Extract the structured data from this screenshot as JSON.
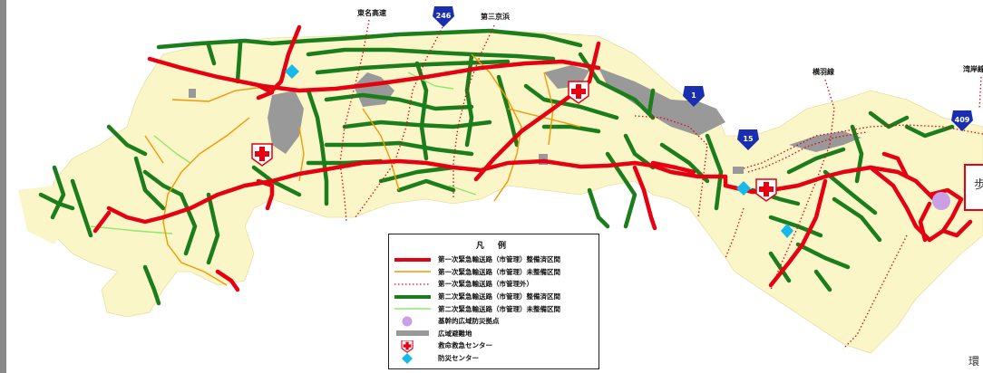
{
  "labels": {
    "tomei": "東名高速",
    "daisan_keihin": "第三京浜",
    "yokohane": "横羽線",
    "wangan": "湾岸線"
  },
  "shields": {
    "r246": "246",
    "r1": "1",
    "r15": "15",
    "r409": "409"
  },
  "fragments": {
    "box_char": "歩",
    "bottom_char": "環"
  },
  "colors": {
    "land": "#fbf6c8",
    "primary_road": "#e50012",
    "primary_planned": "#f39800",
    "secondary_road": "#1b7d1b",
    "secondary_planned": "#8fe86a",
    "evac_area": "#999999",
    "base_point": "#c9a0e6",
    "center_diamond": "#17b8ea"
  },
  "legend": {
    "title": "凡 例",
    "items": [
      {
        "label": "第一次緊急輸送路（市管理）整備済区間",
        "symbol": "red-thick-line"
      },
      {
        "label": "第一次緊急輸送路（市管理）未整備区間",
        "symbol": "orange-thin-line"
      },
      {
        "label": "第一次緊急輸送路（市管理外）",
        "symbol": "red-dotted-line"
      },
      {
        "label": "第二次緊急輸送路（市管理）整備済区間",
        "symbol": "green-thick-line"
      },
      {
        "label": "第二次緊急輸送路（市管理）未整備区間",
        "symbol": "lightgreen-thin-line"
      },
      {
        "label": "基幹的広域防災拠点",
        "symbol": "purple-circle"
      },
      {
        "label": "広域避難地",
        "symbol": "gray-bar"
      },
      {
        "label": "救命救急センター",
        "symbol": "red-cross"
      },
      {
        "label": "防災センター",
        "symbol": "cyan-diamond"
      }
    ]
  }
}
